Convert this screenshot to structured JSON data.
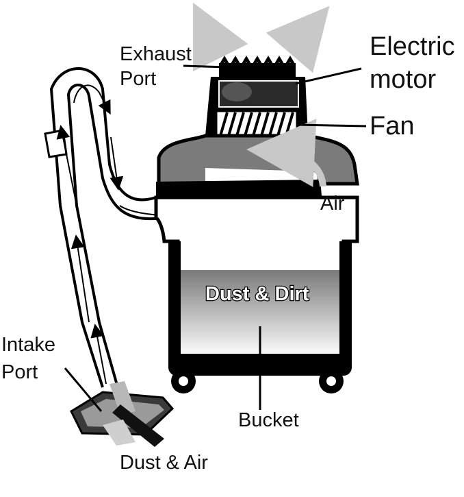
{
  "labels": {
    "exhaust_port_1": "Exhaust",
    "exhaust_port_2": "Port",
    "electric_motor_1": "Electric",
    "electric_motor_2": "motor",
    "fan": "Fan",
    "air": "Air",
    "dust_dirt": "Dust & Dirt",
    "intake_port_1": "Intake",
    "intake_port_2": "Port",
    "bucket": "Bucket",
    "dust_air": "Dust & Air"
  }
}
